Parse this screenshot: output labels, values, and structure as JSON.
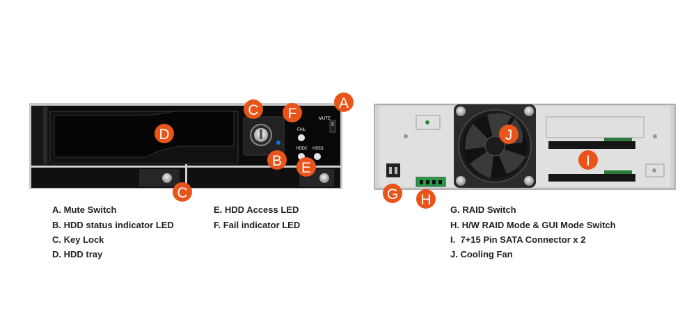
{
  "colors": {
    "badge": "#e8541a",
    "panel_dark": "#0c0c0c",
    "panel_light": "#d8d8d8"
  },
  "front_panel": {
    "mute_label": "MUTE",
    "fail_label": "FAIL",
    "hdd2_label": "HDD2",
    "hdd1_label": "HDD1"
  },
  "callouts": {
    "a": "A",
    "b": "B",
    "c1": "C",
    "c2": "C",
    "d": "D",
    "e": "E",
    "f": "F",
    "g": "G",
    "h": "H",
    "i": "I",
    "j": "J"
  },
  "legend": {
    "front_col1": [
      "A. Mute Switch",
      "B. HDD status indicator LED",
      "C. Key Lock",
      "D. HDD tray"
    ],
    "front_col2": [
      "E. HDD Access LED",
      "F. Fail indicator LED"
    ],
    "rear_col": [
      "G. RAID Switch",
      "H. H/W RAID Mode & GUI Mode Switch",
      "I.  7+15 Pin SATA Connector x 2",
      "J. Cooling Fan"
    ]
  }
}
